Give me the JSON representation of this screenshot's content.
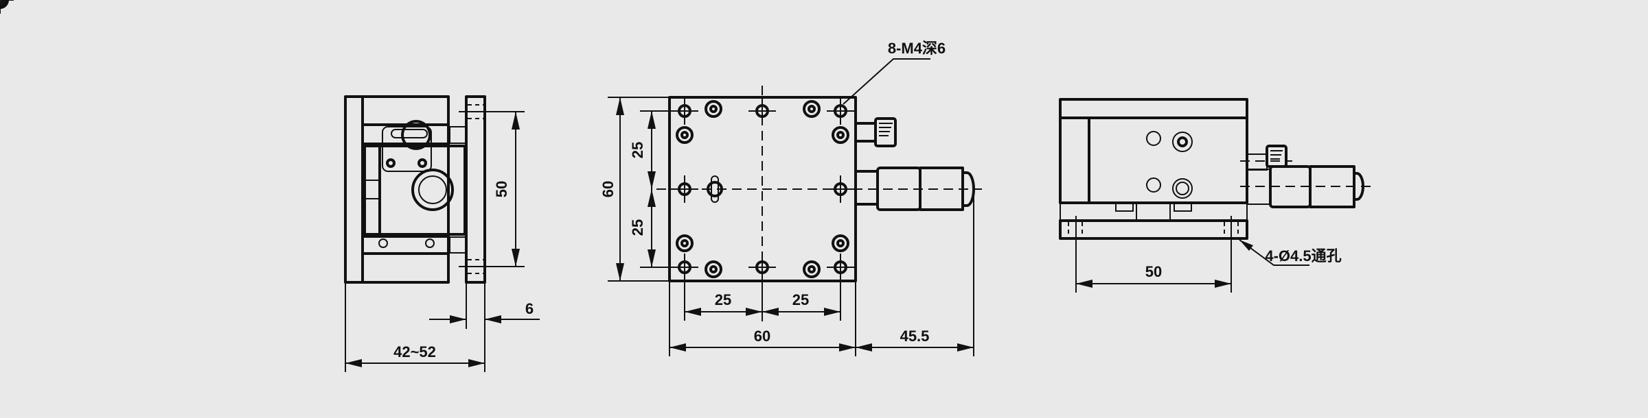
{
  "drawing": {
    "left_view": {
      "dim_height": "50",
      "dim_plate": "6",
      "dim_width": "42~52"
    },
    "top_view": {
      "dim_height": "60",
      "dim_upper": "25",
      "dim_lower": "25",
      "dim_left": "25",
      "dim_right": "25",
      "dim_width": "60",
      "dim_micrometer": "45.5",
      "callout_holes": "8-M4深6"
    },
    "front_view": {
      "dim_spacing": "50",
      "callout_holes": "4-Ø4.5通孔"
    },
    "colors": {
      "background": "#e9e9e9",
      "line": "#111111"
    }
  }
}
